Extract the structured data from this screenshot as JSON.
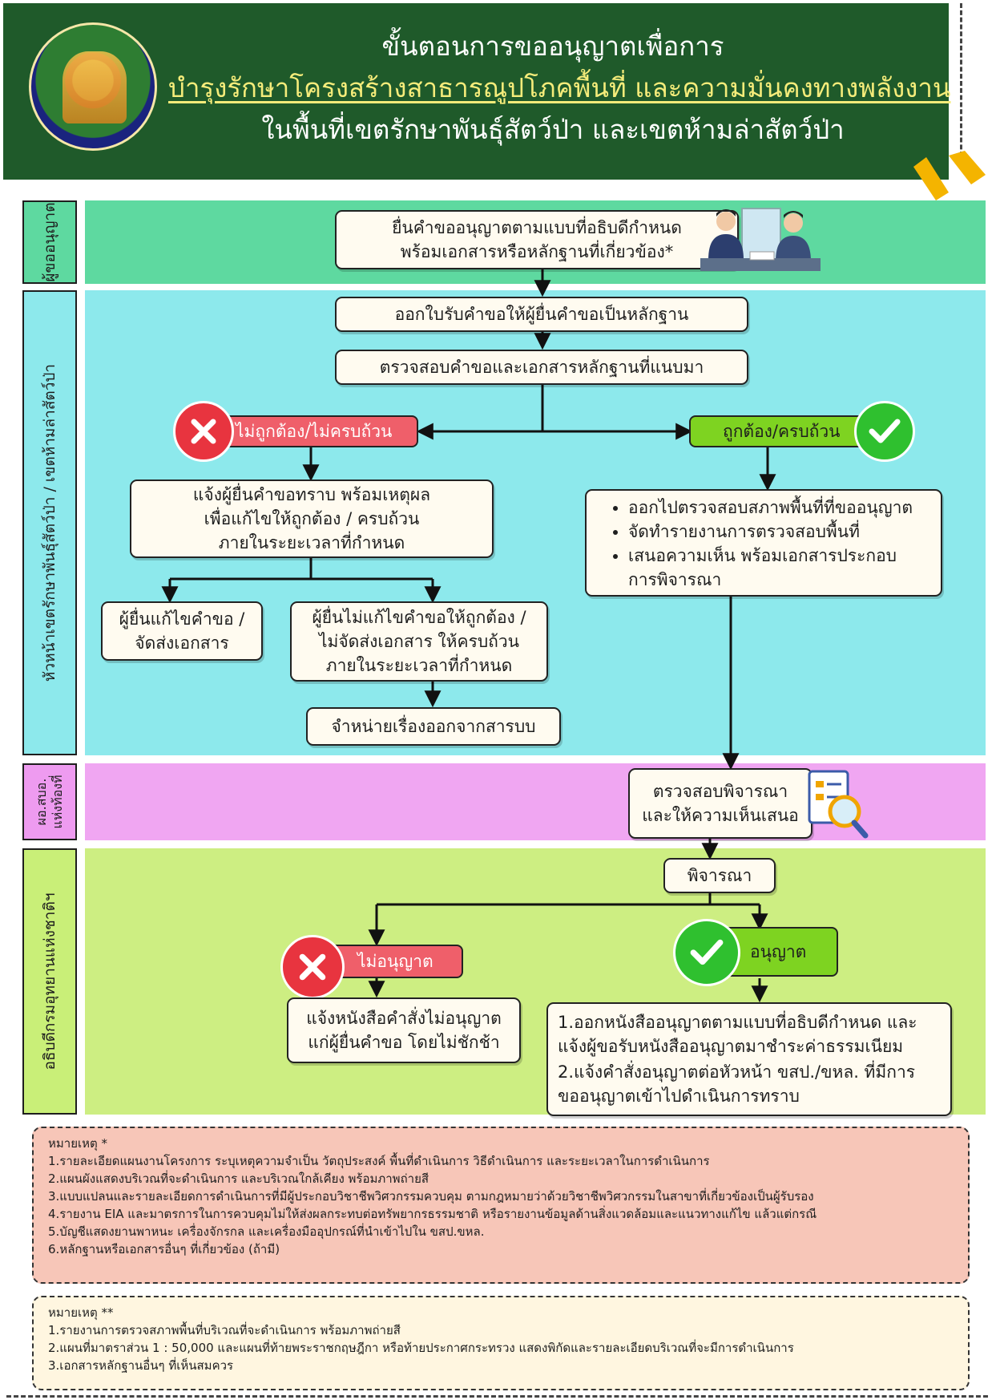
{
  "header": {
    "line1": "ขั้นตอนการขออนุญาตเพื่อการ",
    "line2": "บำรุงรักษาโครงสร้างสาธารณูปโภคพื้นที่ และความมั่นคงทางพลังงาน",
    "line3": "ในพื้นที่เขตรักษาพันธุ์สัตว์ป่า และเขตห้ามล่าสัตว์ป่า"
  },
  "lanes": {
    "applicant": "ผู้ขออนุญาต",
    "sanctuary_head": "หัวหน้าเขตรักษาพันธุ์สัตว์ป่า / เขตห้ามล่าสัตว์ป่า",
    "local": "ผอ.สบอ.\nแห่งท้องที่",
    "director_general": "อธิบดีกรมอุทยานแห่งชาติฯ"
  },
  "steps": {
    "submit": [
      "ยื่นคำขออนุญาตตามแบบที่อธิบดีกำหนด",
      "พร้อมเอกสารหรือหลักฐานที่เกี่ยวข้อง*"
    ],
    "receipt": "ออกใบรับคำขอให้ผู้ยื่นคำขอเป็นหลักฐาน",
    "check_docs": "ตรวจสอบคำขอและเอกสารหลักฐานที่แนบมา",
    "incorrect": "ไม่ถูกต้อง/ไม่ครบถ้วน",
    "correct": "ถูกต้อง/ครบถ้วน",
    "notify": [
      "แจ้งผู้ยื่นคำขอทราบ พร้อมเหตุผล",
      "เพื่อแก้ไขให้ถูกต้อง / ครบถ้วน",
      "ภายในระยะเวลาที่กำหนด"
    ],
    "fixed": [
      "ผู้ยื่นแก้ไขคำขอ /",
      "จัดส่งเอกสาร"
    ],
    "not_fixed": [
      "ผู้ยื่นไม่แก้ไขคำขอให้ถูกต้อง /",
      "ไม่จัดส่งเอกสาร ให้ครบถ้วน",
      "ภายในระยะเวลาที่กำหนด"
    ],
    "dismiss": "จำหน่ายเรื่องออกจากสารบบ",
    "inspect_bullets": [
      "ออกไปตรวจสอบสภาพพื้นที่ที่ขออนุญาต",
      "จัดทำรายงานการตรวจสอบพื้นที่",
      "เสนอความเห็น พร้อมเอกสารประกอบ"
    ],
    "inspect_cont": "การพิจารณา",
    "review": [
      "ตรวจสอบพิจารณา",
      "และให้ความเห็นเสนอ"
    ],
    "consider": "พิจารณา",
    "deny": "ไม่อนุญาต",
    "approve": "อนุญาต",
    "deny_notice": [
      "แจ้งหนังสือคำสั่งไม่อนุญาต",
      "แก่ผู้ยื่นคำขอ โดยไม่ชักช้า"
    ],
    "approve_actions": [
      "1.ออกหนังสืออนุญาตตามแบบที่อธิบดีกำหนด และ",
      "แจ้งผู้ขอรับหนังสืออนุญาตมาชำระค่าธรรมเนียม",
      "2.แจ้งคำสั่งอนุญาตต่อหัวหน้า ขสป./ขหล. ที่มีการ",
      "ขออนุญาตเข้าไปดำเนินการทราบ"
    ]
  },
  "notes1": {
    "title": "หมายเหตุ *",
    "items": [
      "1.รายละเอียดแผนงานโครงการ ระบุเหตุความจำเป็น วัตถุประสงค์ พื้นที่ดำเนินการ วิธีดำเนินการ และระยะเวลาในการดำเนินการ",
      "2.แผนผังแสดงบริเวณที่จะดำเนินการ และบริเวณใกล้เคียง พร้อมภาพถ่ายสี",
      "3.แบบแปลนและรายละเอียดการดำเนินการที่มีผู้ประกอบวิชาชีพวิศวกรรมควบคุม ตามกฎหมายว่าด้วยวิชาชีพวิศวกรรมในสาขาที่เกี่ยวข้องเป็นผู้รับรอง",
      "4.รายงาน EIA และมาตรการในการควบคุมไม่ให้ส่งผลกระทบต่อทรัพยากรธรรมชาติ หรือรายงานข้อมูลด้านสิ่งแวดล้อมและแนวทางแก้ไข แล้วแต่กรณี",
      "5.บัญชีแสดงยานพาหนะ เครื่องจักรกล และเครื่องมืออุปกรณ์ที่นำเข้าไปใน ขสป.ขหล.",
      "6.หลักฐานหรือเอกสารอื่นๆ ที่เกี่ยวข้อง (ถ้ามี)"
    ]
  },
  "notes2": {
    "title": "หมายเหตุ **",
    "items": [
      "1.รายงานการตรวจสภาพพื้นที่บริเวณที่จะดำเนินการ พร้อมภาพถ่ายสี",
      "2.แผนที่มาตราส่วน 1 : 50,000 และแผนที่ท้ายพระราชกฤษฎีกา หรือท้ายประกาศกระทรวง แสดงพิกัดและรายละเอียดบริเวณที่จะมีการดำเนินการ",
      "3.เอกสารหลักฐานอื่นๆ ที่เห็นสมควร"
    ]
  },
  "icons": [
    "department-seal-icon",
    "cross-icon",
    "check-icon",
    "meeting-illustration-icon",
    "document-magnifier-icon"
  ],
  "colors": {
    "header": "#1f5a2a",
    "lane_applicant": "#5ed9a0",
    "lane_sanctuary": "#8de9ec",
    "lane_local": "#f0a6f2",
    "lane_dg": "#cdee82",
    "deny": "#ef5f6a",
    "approve": "#7ed321"
  }
}
